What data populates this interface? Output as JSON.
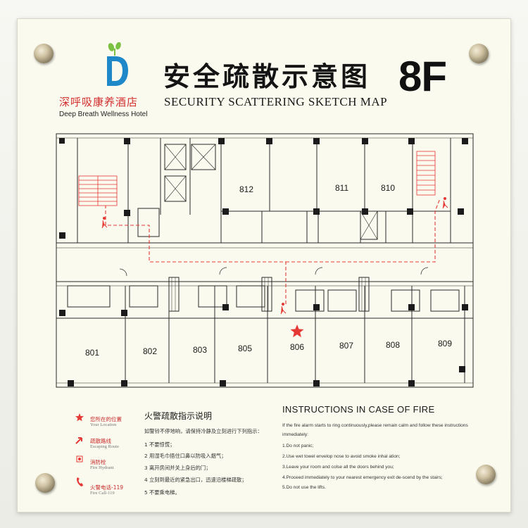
{
  "hotel": {
    "name_cn": "深呼吸康养酒店",
    "name_en": "Deep Breath Wellness Hotel",
    "logo_letter": "D",
    "colors": {
      "logo_blue": "#1e88c8",
      "logo_green": "#7cc142",
      "brand_red": "#d32f2f"
    }
  },
  "sign": {
    "title_cn": "安全疏散示意图",
    "title_en": "SECURITY SCATTERING SKETCH MAP",
    "floor": "8F"
  },
  "plan": {
    "rooms": {
      "r812": "812",
      "r811": "811",
      "r810": "810",
      "r801": "801",
      "r802": "802",
      "r803": "803",
      "r805": "805",
      "r806": "806",
      "r807": "807",
      "r808": "808",
      "r809": "809"
    },
    "colors": {
      "wall": "#2a2a2a",
      "route": "#e53935",
      "star": "#e53935"
    }
  },
  "legend": [
    {
      "icon": "star-icon",
      "title": "您所在的位置",
      "sub": "Your Location"
    },
    {
      "icon": "arrow-icon",
      "title": "疏散路线",
      "sub": "Escaping Route"
    },
    {
      "icon": "fire-hydrant-icon",
      "title": "消防栓",
      "sub": "Fire Hydrant"
    },
    {
      "icon": "phone-icon",
      "title": "火警电话-119",
      "sub": "Fire Call-119"
    }
  ],
  "instructions_cn": {
    "title": "火警疏散指示说明",
    "intro": "如警铃不停地响，请保持冷静及立刻进行下列指示：",
    "items": [
      "1   不要惊慌；",
      "2   用湿毛巾捂住口鼻以防吸入烟气；",
      "3   离开房间并关上身后的门；",
      "4   立刻到最近的紧急出口，迅速沿楼梯疏散；",
      "5   不要乘电梯。"
    ]
  },
  "instructions_en": {
    "title": "INSTRUCTIONS IN CASE OF FIRE",
    "lines": [
      "If the fire alarm starts to ring continuously,please remain calm and follow these instructions",
      "immediately:",
      "1.Do not panic;",
      "2.Use wet towel envelop nose to avoid smoke inhal ation;",
      "3.Leave your room and colse all the doors behind you;",
      "4.Proceed immediately to your nearest emergency exit de-scend by the stairs;",
      "5.Do not use the lifts."
    ]
  }
}
